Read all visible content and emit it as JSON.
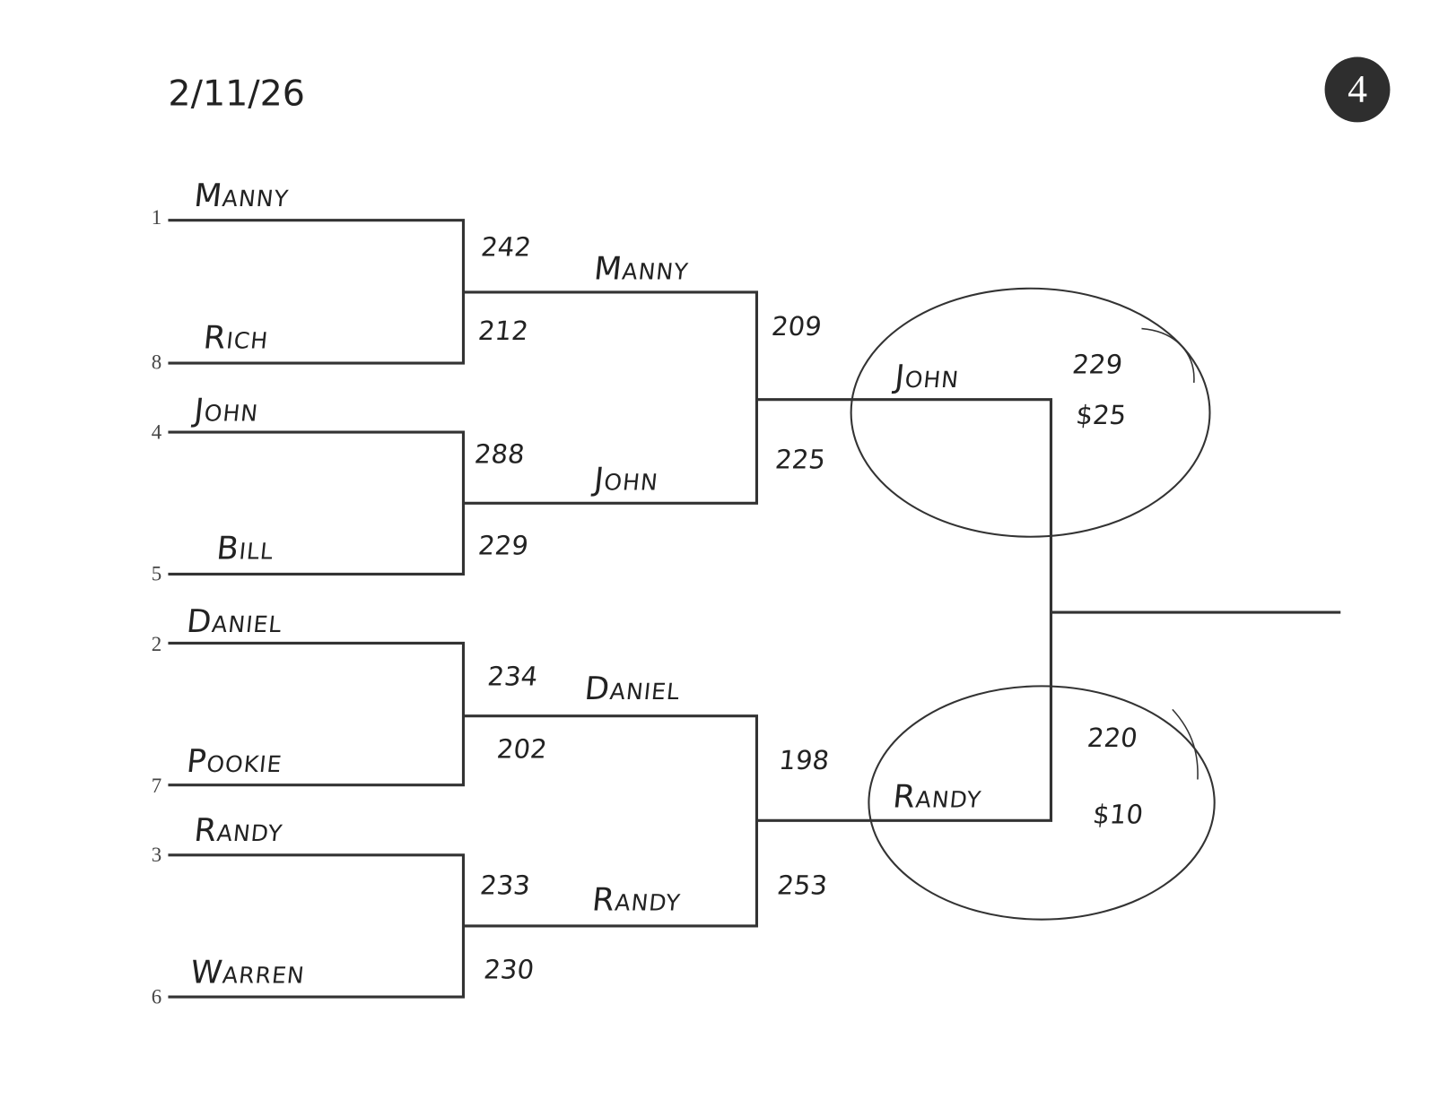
{
  "date": "2/11/26",
  "page_number": "4",
  "round1": [
    {
      "seed": "1",
      "name": "Manny",
      "score": "242"
    },
    {
      "seed": "8",
      "name": "Rich",
      "score": "212"
    },
    {
      "seed": "4",
      "name": "John",
      "score": "288"
    },
    {
      "seed": "5",
      "name": "Bill",
      "score": "229"
    },
    {
      "seed": "2",
      "name": "Daniel",
      "score": "234"
    },
    {
      "seed": "7",
      "name": "Pookie",
      "score": "202"
    },
    {
      "seed": "3",
      "name": "Randy",
      "score": "233"
    },
    {
      "seed": "6",
      "name": "Warren",
      "score": "230"
    }
  ],
  "round2": [
    {
      "name": "Manny",
      "score": "209"
    },
    {
      "name": "John",
      "score": "225"
    },
    {
      "name": "Daniel",
      "score": "198"
    },
    {
      "name": "Randy",
      "score": "253"
    }
  ],
  "finals": [
    {
      "name": "John",
      "score": "229",
      "prize": "$25"
    },
    {
      "name": "Randy",
      "score": "220",
      "prize": "$10"
    }
  ]
}
